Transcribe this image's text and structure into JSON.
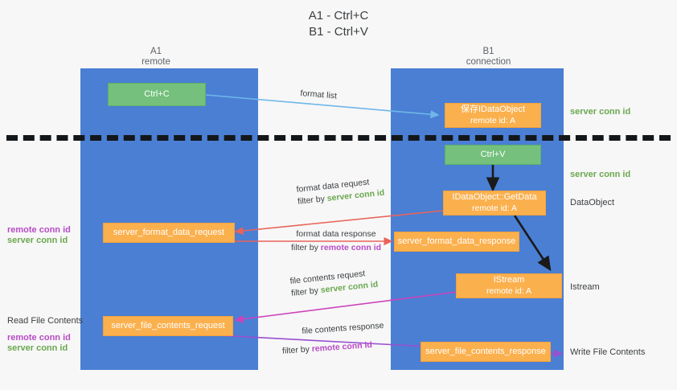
{
  "title": {
    "line1": "A1 - Ctrl+C",
    "line2": "B1 - Ctrl+V"
  },
  "columns": [
    {
      "name": "A1",
      "sub": "remote"
    },
    {
      "name": "B1",
      "sub": "connection"
    }
  ],
  "boxes": {
    "ctrl_c": {
      "label": "Ctrl+C"
    },
    "ctrl_v": {
      "label": "Ctrl+V"
    },
    "save_idataobject": {
      "line1": "保存IDataObject",
      "line2": "remote id: A"
    },
    "getdata": {
      "line1": "IDataObject::GetData",
      "line2": "remote id: A"
    },
    "istream": {
      "line1": "IStream",
      "line2": "remote id: A"
    },
    "server_format_data_request": {
      "label": "server_format_data_request"
    },
    "server_format_data_response": {
      "label": "server_format_data_response"
    },
    "server_file_contents_request": {
      "label": "server_file_contents_request"
    },
    "server_file_contents_response": {
      "label": "server_file_contents_response"
    }
  },
  "edge_labels": {
    "format_list": "format list",
    "format_data_request": "format data request",
    "format_data_request_filter_prefix": "filter by ",
    "format_data_request_filter_value": "server conn id",
    "format_data_response": "format data response",
    "format_data_response_filter_prefix": "filter by ",
    "format_data_response_filter_value": "remote conn id",
    "file_contents_request": "file contents request",
    "file_contents_request_filter_prefix": "filter by ",
    "file_contents_request_filter_value": "server conn id",
    "file_contents_response": "file contents response",
    "file_contents_response_filter_prefix": "filter by ",
    "file_contents_response_filter_value": "remote conn id"
  },
  "right_notes": {
    "server_conn_id_top": "server conn id",
    "server_conn_id_mid": "server conn id",
    "dataobject": "DataObject",
    "istream": "Istream",
    "write_file_contents": "Write File Contents"
  },
  "left_notes": {
    "remote_conn_id_a": "remote conn id",
    "server_conn_id_a": "server conn id",
    "read_file_contents": "Read File Contents",
    "remote_conn_id_b": "remote conn id",
    "server_conn_id_b": "server conn id"
  },
  "colors": {
    "lane": "#4a7fd4",
    "green_box": "#74c07c",
    "orange_box": "#fbb04e",
    "green_text": "#6aa84f",
    "purple_text": "#b84bc6",
    "blue_arrow": "#6fb7e8",
    "red_arrow": "#e8635a",
    "magenta_arrow": "#cc44bb",
    "purple_arrow": "#9a4fd0",
    "dark_arrow": "#1a1a1a",
    "background": "#f7f7f7"
  }
}
